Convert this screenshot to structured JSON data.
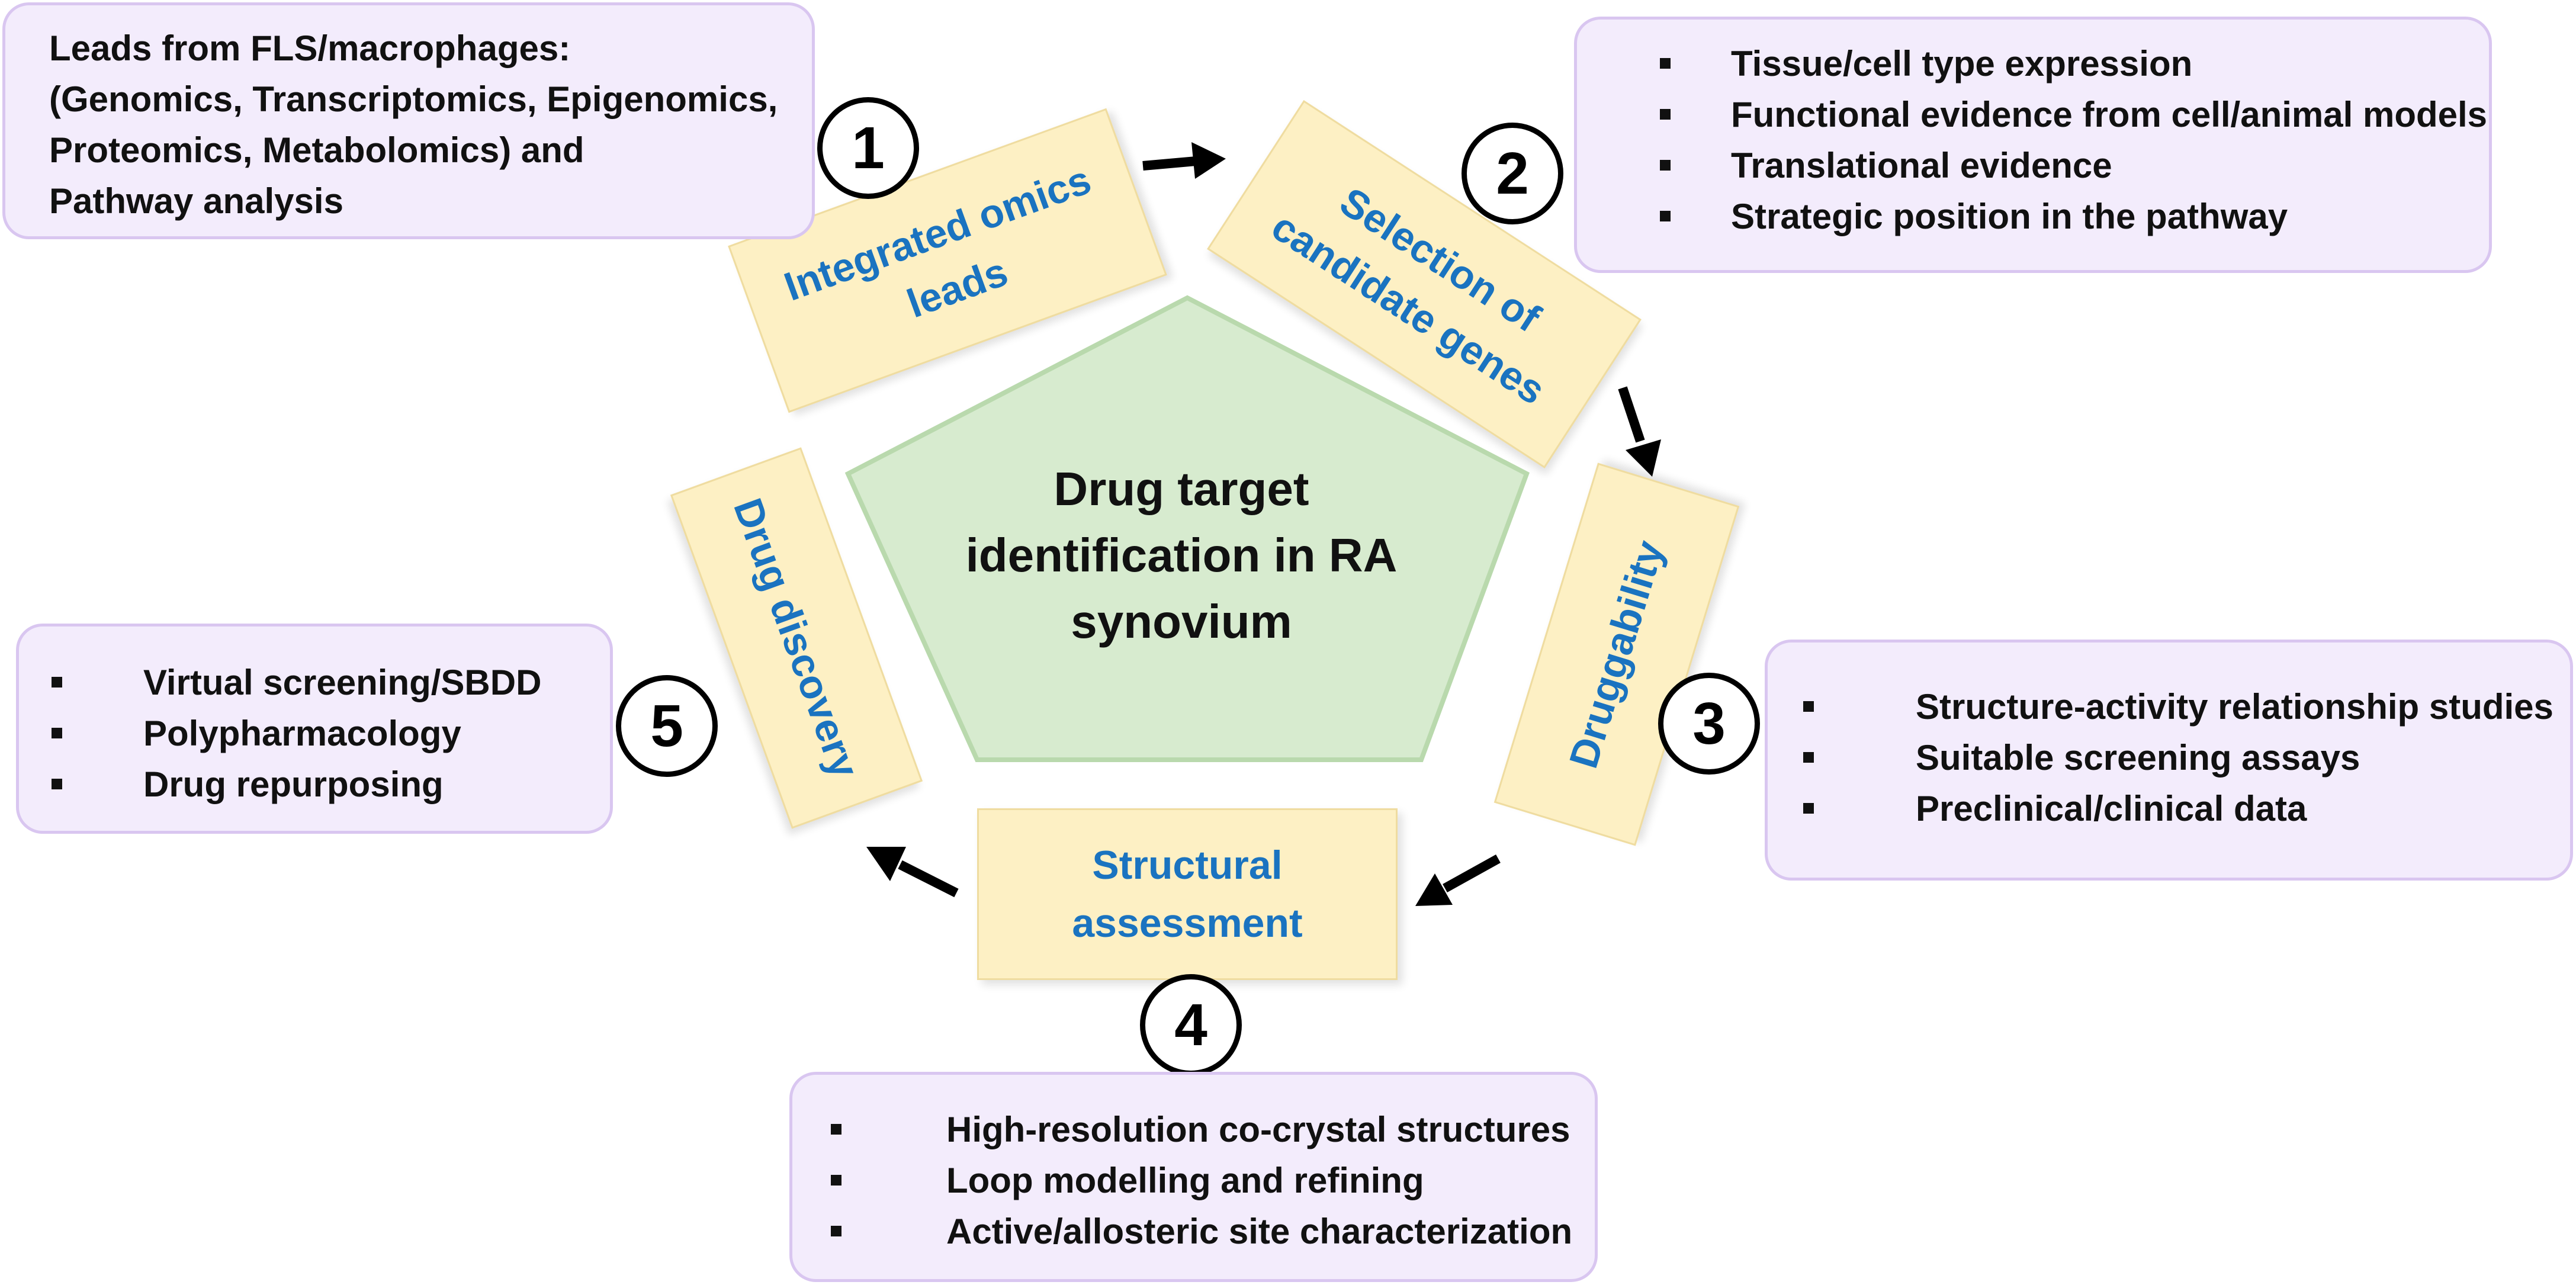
{
  "center": {
    "lines": [
      "Drug target",
      "identification in RA",
      "synovium"
    ]
  },
  "steps": [
    {
      "number": "1",
      "title_lines": [
        "Integrated omics",
        "leads"
      ]
    },
    {
      "number": "2",
      "title_lines": [
        "Selection of",
        "candidate genes"
      ]
    },
    {
      "number": "3",
      "title_lines": [
        "Druggability"
      ]
    },
    {
      "number": "4",
      "title_lines": [
        "Structural",
        "assessment"
      ]
    },
    {
      "number": "5",
      "title_lines": [
        "Drug discovery"
      ]
    }
  ],
  "info": {
    "step1": {
      "lines": [
        "Leads from FLS/macrophages:",
        "(Genomics, Transcriptomics, Epigenomics,",
        "Proteomics, Metabolomics) and",
        "Pathway analysis"
      ]
    },
    "step2": {
      "items": [
        "Tissue/cell type expression",
        "Functional evidence from cell/animal models",
        "Translational evidence",
        "Strategic position in the pathway"
      ]
    },
    "step3": {
      "items": [
        "Structure-activity relationship studies",
        "Suitable screening assays",
        "Preclinical/clinical data"
      ]
    },
    "step4": {
      "items": [
        "High-resolution co-crystal structures",
        "Loop modelling and refining",
        "Active/allosteric site characterization"
      ]
    },
    "step5": {
      "items": [
        "Virtual screening/SBDD",
        "Polypharmacology",
        "Drug repurposing"
      ]
    }
  },
  "colors": {
    "step_fill": "#fdf0c4",
    "step_text": "#1a73c0",
    "info_fill": "#f3ecfc",
    "info_border": "#d9c6f0",
    "pentagon_fill": "#d7ebcf",
    "pentagon_border": "#b9d9ad"
  }
}
